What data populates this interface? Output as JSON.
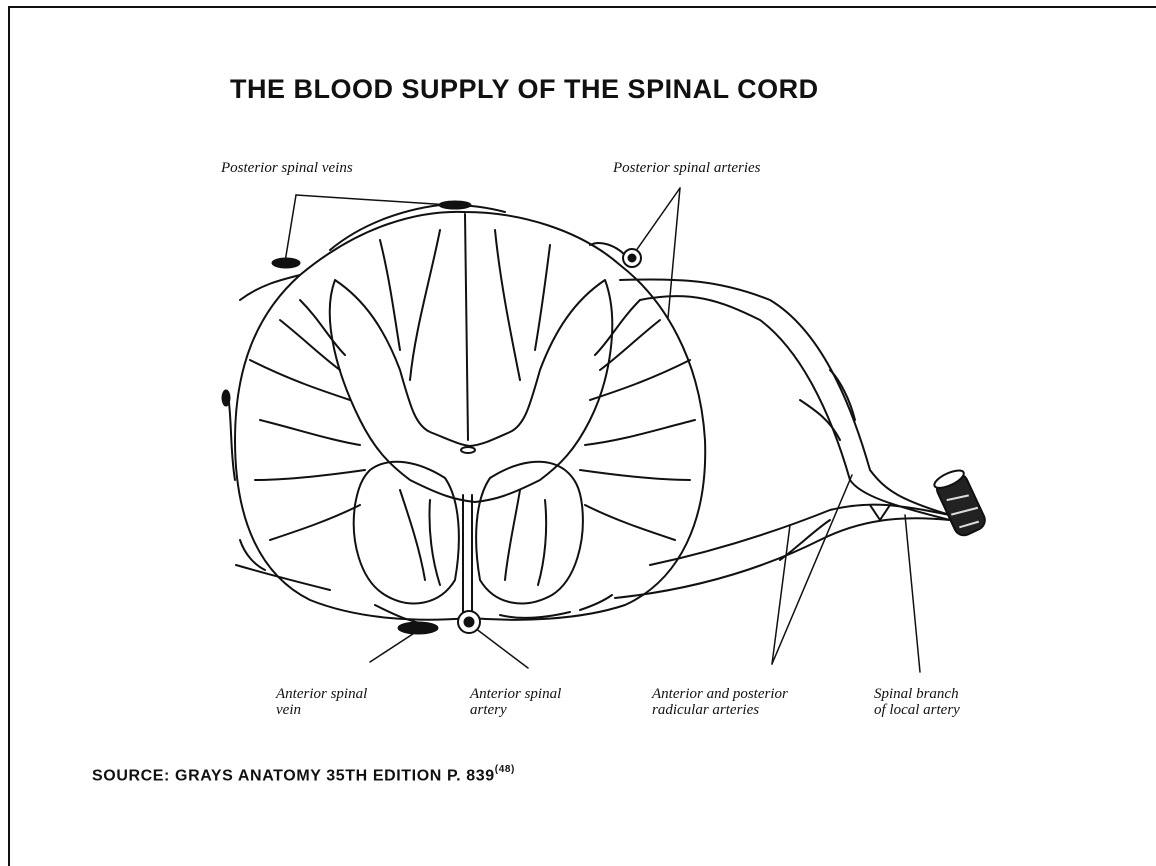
{
  "title": "THE BLOOD SUPPLY OF THE SPINAL CORD",
  "labels": {
    "posterior_spinal_veins": "Posterior spinal veins",
    "posterior_spinal_arteries": "Posterior spinal arteries",
    "anterior_spinal_vein_line1": "Anterior spinal",
    "anterior_spinal_vein_line2": "vein",
    "anterior_spinal_artery_line1": "Anterior spinal",
    "anterior_spinal_artery_line2": "artery",
    "radicular_line1": "Anterior and posterior",
    "radicular_line2": "radicular arteries",
    "spinal_branch_line1": "Spinal branch",
    "spinal_branch_line2": "of local artery"
  },
  "source": {
    "text": "SOURCE: GRAYS ANATOMY 35TH EDITION P. 839",
    "ref": "(48)"
  }
}
